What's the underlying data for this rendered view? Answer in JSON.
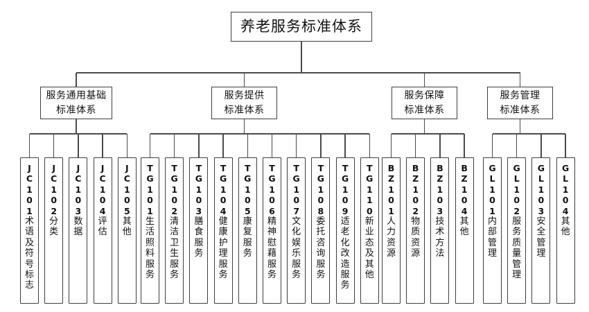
{
  "diagram": {
    "title": "养老服务标准体系",
    "root": {
      "label": "养老服务标准体系"
    },
    "branches": [
      {
        "id": "jc",
        "line1": "服务通用基础",
        "line2": "标准体系",
        "leaves": [
          {
            "code": "JC101",
            "label": "术语及符号标志"
          },
          {
            "code": "JC102",
            "label": "分类"
          },
          {
            "code": "JC103",
            "label": "数据"
          },
          {
            "code": "JC104",
            "label": "评估"
          },
          {
            "code": "JC105",
            "label": "其他"
          }
        ]
      },
      {
        "id": "tg",
        "line1": "服务提供",
        "line2": "标准体系",
        "leaves": [
          {
            "code": "TG101",
            "label": "生活照料服务"
          },
          {
            "code": "TG102",
            "label": "清洁卫生服务"
          },
          {
            "code": "TG103",
            "label": "膳食服务"
          },
          {
            "code": "TG104",
            "label": "健康护理服务"
          },
          {
            "code": "TG105",
            "label": "康复服务"
          },
          {
            "code": "TG106",
            "label": "精神慰藉服务"
          },
          {
            "code": "TG107",
            "label": "文化娱乐服务"
          },
          {
            "code": "TG108",
            "label": "委托咨询服务"
          },
          {
            "code": "TG109",
            "label": "适老化改造服务"
          },
          {
            "code": "TG110",
            "label": "新业态及其他"
          }
        ]
      },
      {
        "id": "bz",
        "line1": "服务保障",
        "line2": "标准体系",
        "leaves": [
          {
            "code": "BZ101",
            "label": "人力资源"
          },
          {
            "code": "BZ102",
            "label": "物质资源"
          },
          {
            "code": "BZ103",
            "label": "技术方法"
          },
          {
            "code": "BZ104",
            "label": "其他"
          }
        ]
      },
      {
        "id": "gl",
        "line1": "服务管理",
        "line2": "标准体系",
        "leaves": [
          {
            "code": "GL101",
            "label": "内部管理"
          },
          {
            "code": "GL102",
            "label": "服务质量管理"
          },
          {
            "code": "GL103",
            "label": "安全管理"
          },
          {
            "code": "GL104",
            "label": "其他"
          }
        ]
      }
    ],
    "colors": {
      "box_border": "#3d3d3d",
      "connector": "#4a4a4a",
      "text": "#121212",
      "background": "#ffffff"
    }
  }
}
